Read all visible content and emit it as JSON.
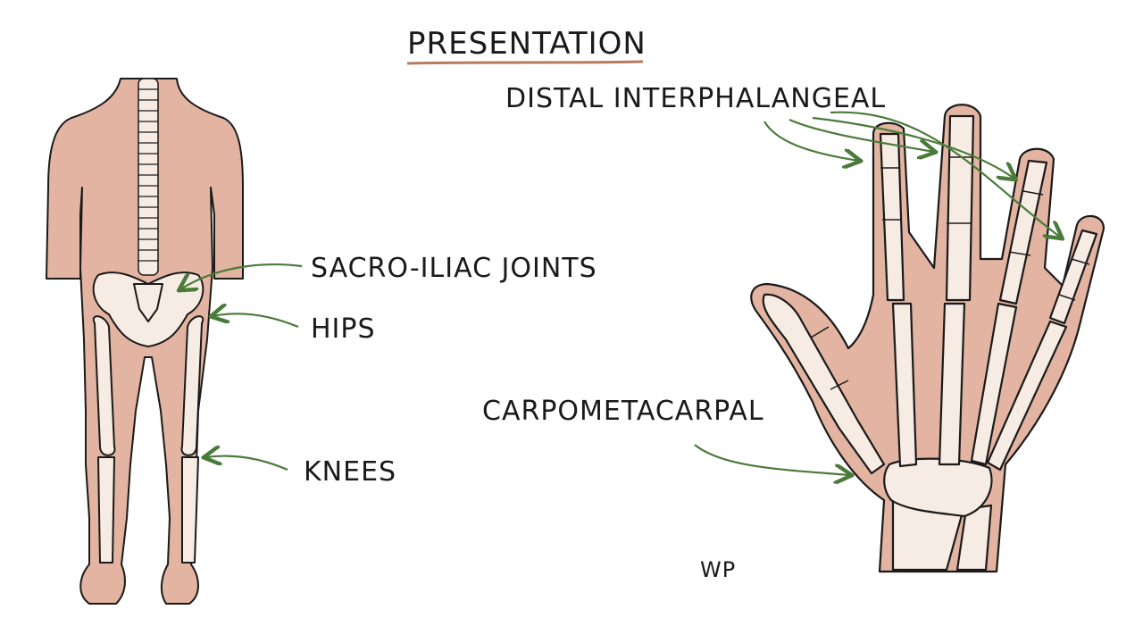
{
  "title": "PRESENTATION",
  "labels": {
    "sacroiliac": "SACRO-ILIAC JOINTS",
    "hips": "HIPS",
    "knees": "KNEES",
    "dip": "DISTAL INTERPHALANGEAL",
    "cmc": "CARPOMETACARPAL"
  },
  "signature": "WP",
  "colors": {
    "skin": "#e2b4a1",
    "skin_dark": "#d49e88",
    "bone": "#f7ece4",
    "outline": "#1a1a1a",
    "arrow": "#4a7a3a",
    "title_underline": "#b87a5e"
  }
}
